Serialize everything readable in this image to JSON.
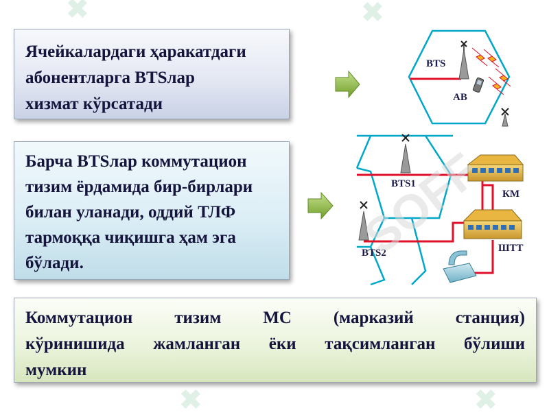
{
  "text_boxes": {
    "box1": {
      "lines": [
        "Ячейкалардаги ҳаракатдаги",
        "абонентларга BTSлар",
        "хизмат кўрсатади"
      ]
    },
    "box2": {
      "lines": [
        "Барча BTSлар коммутацион",
        "тизим ёрдамида бир-бирлари",
        "билан уланади, оддий ТЛФ",
        "тармоққа чиқишга ҳам эга",
        "бўлади."
      ]
    },
    "box3": {
      "line1": "Коммутацион тизим МС (марказий станция)",
      "line2": "кўринишида жамланган ёки тақсимланган бўлиши",
      "line3": "мумкин"
    }
  },
  "diagram_labels": {
    "bts": "BTS",
    "ab": "AB",
    "bts1": "BTS1",
    "bts2": "BTS2",
    "km": "КМ",
    "shtt": "ШТТ"
  },
  "watermark": "SOFF",
  "colors": {
    "hex_outline": "#00a7c8",
    "red_line": "#e0102a",
    "arrow_green": "#7fae3a",
    "text_dark": "#14143c"
  }
}
